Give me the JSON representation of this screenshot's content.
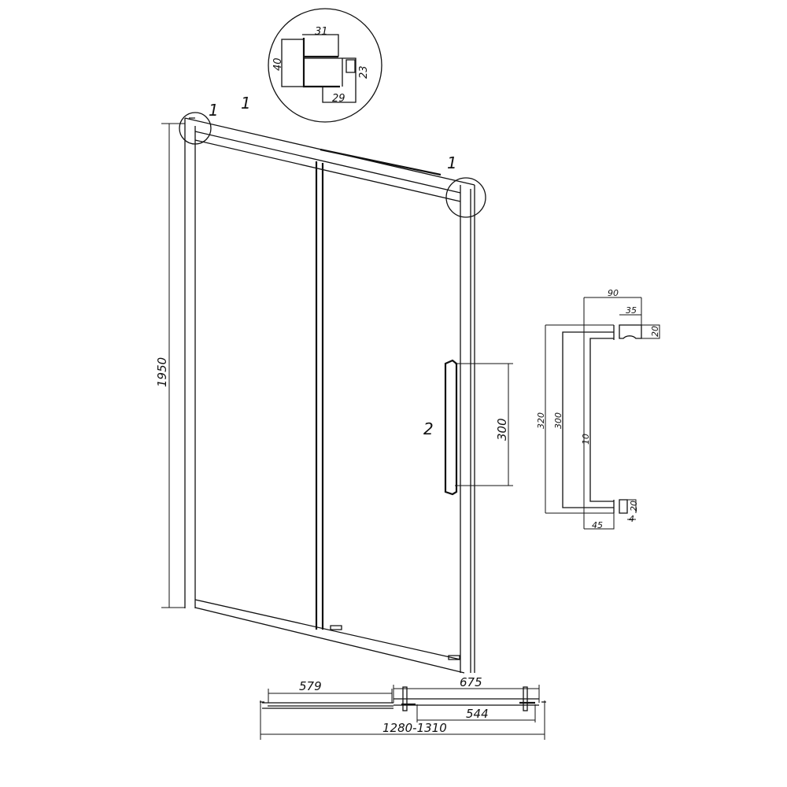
{
  "profile_detail": {
    "dim_width_top": "31",
    "dim_height": "40",
    "dim_side": "23",
    "dim_width_bottom": "29"
  },
  "callouts": {
    "profile_1a": "1",
    "profile_1b": "1",
    "profile_1c": "1",
    "handle": "2"
  },
  "door": {
    "height": "1950",
    "handle_length": "300"
  },
  "handle_detail": {
    "overall_depth": "90",
    "mount_width": "35",
    "mount_height_top": "20",
    "overall_length": "320",
    "center_length": "300",
    "bar_diameter": "10",
    "offset": "45",
    "mount_height_bottom": "20",
    "mount_thickness": "4"
  },
  "plan": {
    "fixed_panel": "579",
    "sliding_panel": "675",
    "opening": "544",
    "total_width": "1280-1310"
  }
}
